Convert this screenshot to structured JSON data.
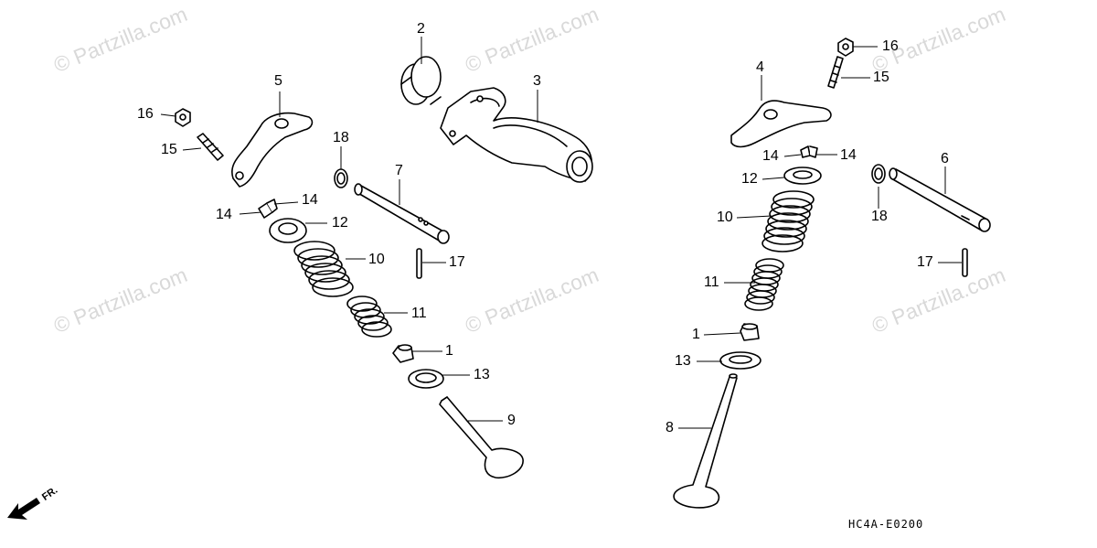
{
  "watermark": {
    "text": "© Partzilla.com",
    "positions_note": ""
  },
  "diagram_code": "HC4A-E0200",
  "front_marker": "FR.",
  "callouts": {
    "left": {
      "c5": "5",
      "c16": "16",
      "c15": "15",
      "c14a": "14",
      "c14b": "14",
      "c12": "12",
      "c10": "10",
      "c11": "11",
      "c1": "1",
      "c13": "13",
      "c9": "9",
      "c18": "18",
      "c7": "7",
      "c17": "17"
    },
    "center": {
      "c2": "2",
      "c3": "3"
    },
    "right": {
      "c4": "4",
      "c16": "16",
      "c15": "15",
      "c14a": "14",
      "c14b": "14",
      "c12": "12",
      "c10": "10",
      "c11": "11",
      "c1": "1",
      "c13": "13",
      "c8": "8",
      "c6": "6",
      "c18": "18",
      "c17": "17"
    }
  }
}
